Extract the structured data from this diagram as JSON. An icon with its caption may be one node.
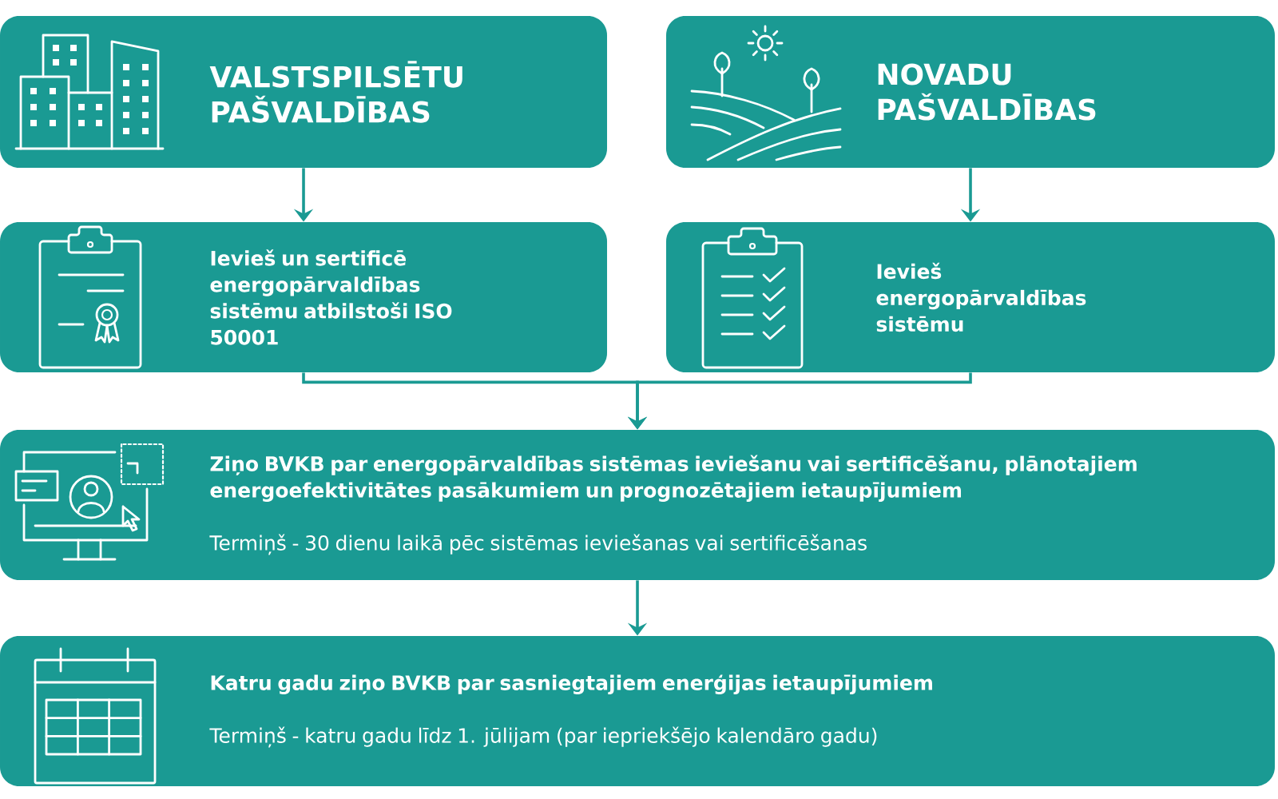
{
  "diagram": {
    "nodes": [
      {
        "text": [
          "VALSTSPILSĒTU PAŠVALDĪBAS"
        ]
      },
      {
        "text": [
          "NOVADU PAŠVALDĪBAS"
        ]
      },
      {
        "text": [
          "Ievieš un sertificē energopārvaldības sistēmu atbilstoši ISO 50001"
        ]
      },
      {
        "text": [
          "Ievieš energopārvaldības sistēmu"
        ]
      },
      {
        "text": [
          "Ziņo BVKB par energopārvaldības sistēmas ieviešanu vai sertificēšanu, plānotajiem energoefektivitātes pasākumiem un prognozētajiem ietaupījumiem",
          "Termiņš - 30 dienu laikā pēc sistēmas ieviešanas vai sertificēšanas"
        ]
      },
      {
        "text": [
          "Katru gadu ziņo BVKB par sasniegtajiem enerģijas ietaupījumiem",
          "Termiņš - katru gadu līdz 1. jūlijam (par iepriekšējo kalendāro gadu)"
        ]
      }
    ],
    "edges": [
      {
        "from": 0,
        "to": 2,
        "arrow": "to"
      },
      {
        "from": 1,
        "to": 3,
        "arrow": "to"
      },
      {
        "from": 2,
        "to": 4,
        "arrow": "to"
      },
      {
        "from": 3,
        "to": 4,
        "arrow": "to"
      },
      {
        "from": 4,
        "to": 5,
        "arrow": "to"
      }
    ]
  }
}
